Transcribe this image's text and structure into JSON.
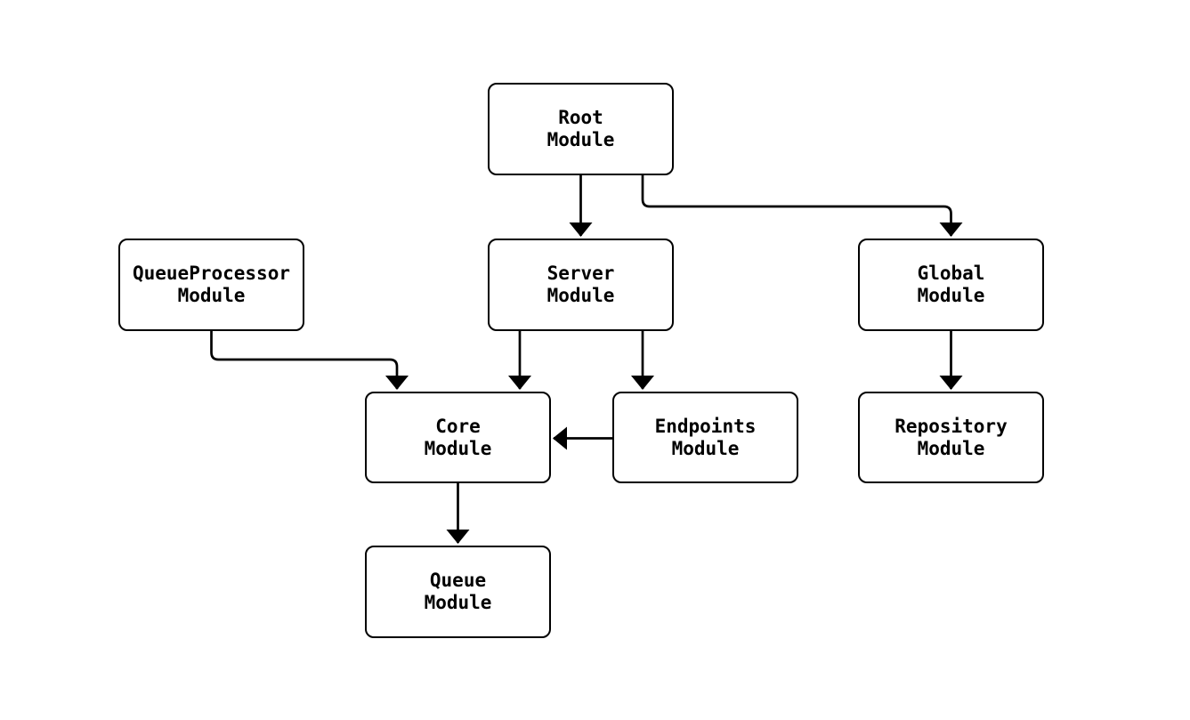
{
  "diagram": {
    "type": "module-dependency-flowchart",
    "background_color": "#ffffff",
    "node_border_color": "#000000",
    "node_fill_color": "#ffffff",
    "edge_color": "#000000",
    "text_color": "#000000",
    "nodes": [
      {
        "id": "root",
        "line1": "Root",
        "line2": "Module"
      },
      {
        "id": "queueprocessor",
        "line1": "QueueProcessor",
        "line2": "Module"
      },
      {
        "id": "server",
        "line1": "Server",
        "line2": "Module"
      },
      {
        "id": "global",
        "line1": "Global",
        "line2": "Module"
      },
      {
        "id": "core",
        "line1": "Core",
        "line2": "Module"
      },
      {
        "id": "endpoints",
        "line1": "Endpoints",
        "line2": "Module"
      },
      {
        "id": "repository",
        "line1": "Repository",
        "line2": "Module"
      },
      {
        "id": "queue",
        "line1": "Queue",
        "line2": "Module"
      }
    ],
    "edges": [
      {
        "from": "Root Module",
        "to": "Server Module"
      },
      {
        "from": "Root Module",
        "to": "Global Module"
      },
      {
        "from": "QueueProcessor Module",
        "to": "Core Module"
      },
      {
        "from": "Server Module",
        "to": "Core Module"
      },
      {
        "from": "Server Module",
        "to": "Endpoints Module"
      },
      {
        "from": "Endpoints Module",
        "to": "Core Module"
      },
      {
        "from": "Global Module",
        "to": "Repository Module"
      },
      {
        "from": "Core Module",
        "to": "Queue Module"
      }
    ]
  }
}
